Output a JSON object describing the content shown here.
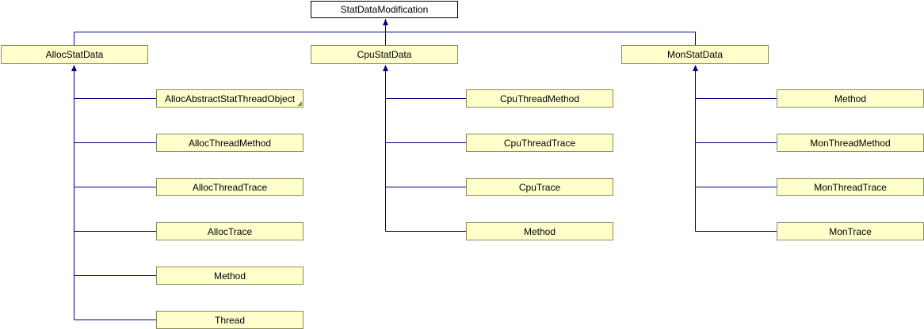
{
  "root": {
    "label": "StatDataModification"
  },
  "groups": [
    {
      "label": "AllocStatData",
      "children": [
        {
          "label": "AllocAbstractStatThreadObject",
          "has_more": true
        },
        {
          "label": "AllocThreadMethod"
        },
        {
          "label": "AllocThreadTrace"
        },
        {
          "label": "AllocTrace"
        },
        {
          "label": "Method"
        },
        {
          "label": "Thread"
        }
      ]
    },
    {
      "label": "CpuStatData",
      "children": [
        {
          "label": "CpuThreadMethod"
        },
        {
          "label": "CpuThreadTrace"
        },
        {
          "label": "CpuTrace"
        },
        {
          "label": "Method"
        }
      ]
    },
    {
      "label": "MonStatData",
      "children": [
        {
          "label": "Method"
        },
        {
          "label": "MonThreadMethod"
        },
        {
          "label": "MonThreadTrace"
        },
        {
          "label": "MonTrace"
        }
      ]
    }
  ],
  "colors": {
    "node_fill": "#ffffcc",
    "node_border": "#8c8c5a",
    "edge": "#000080"
  }
}
